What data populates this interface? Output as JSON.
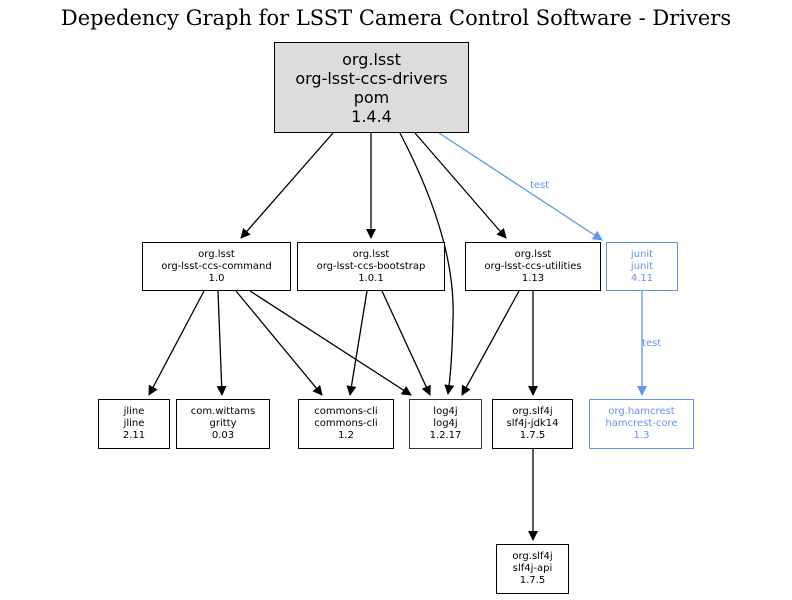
{
  "title": "Depedency Graph for LSST Camera Control Software - Drivers",
  "colors": {
    "default": "#000000",
    "test": "#6495ed",
    "root_fill": "#dcdcdc"
  },
  "nodes": {
    "root": {
      "group": "org.lsst",
      "artifact": "org-lsst-ccs-drivers",
      "packaging": "pom",
      "version": "1.4.4"
    },
    "command": {
      "group": "org.lsst",
      "artifact": "org-lsst-ccs-command",
      "version": "1.0"
    },
    "bootstrap": {
      "group": "org.lsst",
      "artifact": "org-lsst-ccs-bootstrap",
      "version": "1.0.1"
    },
    "utilities": {
      "group": "org.lsst",
      "artifact": "org-lsst-ccs-utilities",
      "version": "1.13"
    },
    "junit": {
      "group": "junit",
      "artifact": "junit",
      "version": "4.11",
      "scope": "test"
    },
    "jline": {
      "group": "jline",
      "artifact": "jline",
      "version": "2.11"
    },
    "gritty": {
      "group": "com.wittams",
      "artifact": "gritty",
      "version": "0.03"
    },
    "commonscli": {
      "group": "commons-cli",
      "artifact": "commons-cli",
      "version": "1.2"
    },
    "log4j": {
      "group": "log4j",
      "artifact": "log4j",
      "version": "1.2.17"
    },
    "slf4jjdk14": {
      "group": "org.slf4j",
      "artifact": "slf4j-jdk14",
      "version": "1.7.5"
    },
    "hamcrest": {
      "group": "org.hamcrest",
      "artifact": "hamcrest-core",
      "version": "1.3",
      "scope": "test"
    },
    "slf4japi": {
      "group": "org.slf4j",
      "artifact": "slf4j-api",
      "version": "1.7.5"
    }
  },
  "edges": [
    {
      "from": "root",
      "to": "command"
    },
    {
      "from": "root",
      "to": "bootstrap"
    },
    {
      "from": "root",
      "to": "log4j"
    },
    {
      "from": "root",
      "to": "utilities"
    },
    {
      "from": "root",
      "to": "junit",
      "label": "test"
    },
    {
      "from": "command",
      "to": "jline"
    },
    {
      "from": "command",
      "to": "gritty"
    },
    {
      "from": "command",
      "to": "commonscli"
    },
    {
      "from": "command",
      "to": "log4j"
    },
    {
      "from": "bootstrap",
      "to": "commonscli"
    },
    {
      "from": "bootstrap",
      "to": "log4j"
    },
    {
      "from": "utilities",
      "to": "log4j"
    },
    {
      "from": "utilities",
      "to": "slf4jjdk14"
    },
    {
      "from": "junit",
      "to": "hamcrest",
      "label": "test"
    },
    {
      "from": "slf4jjdk14",
      "to": "slf4japi"
    }
  ]
}
